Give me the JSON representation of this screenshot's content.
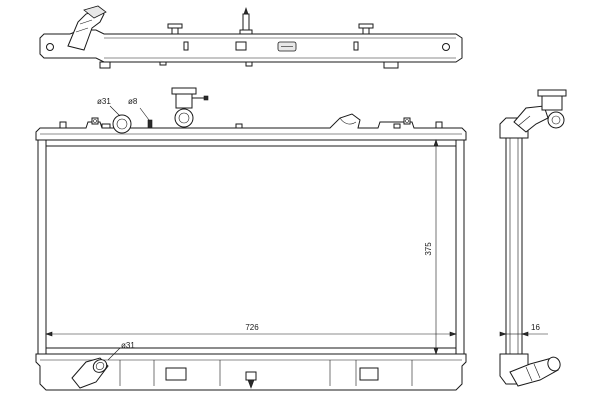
{
  "drawing": {
    "dimensions": {
      "width": "726",
      "height": "375",
      "depth": "16",
      "inlet_diameter": "ø31",
      "outlet_diameter": "ø31",
      "drain_diameter": "ø8"
    }
  }
}
